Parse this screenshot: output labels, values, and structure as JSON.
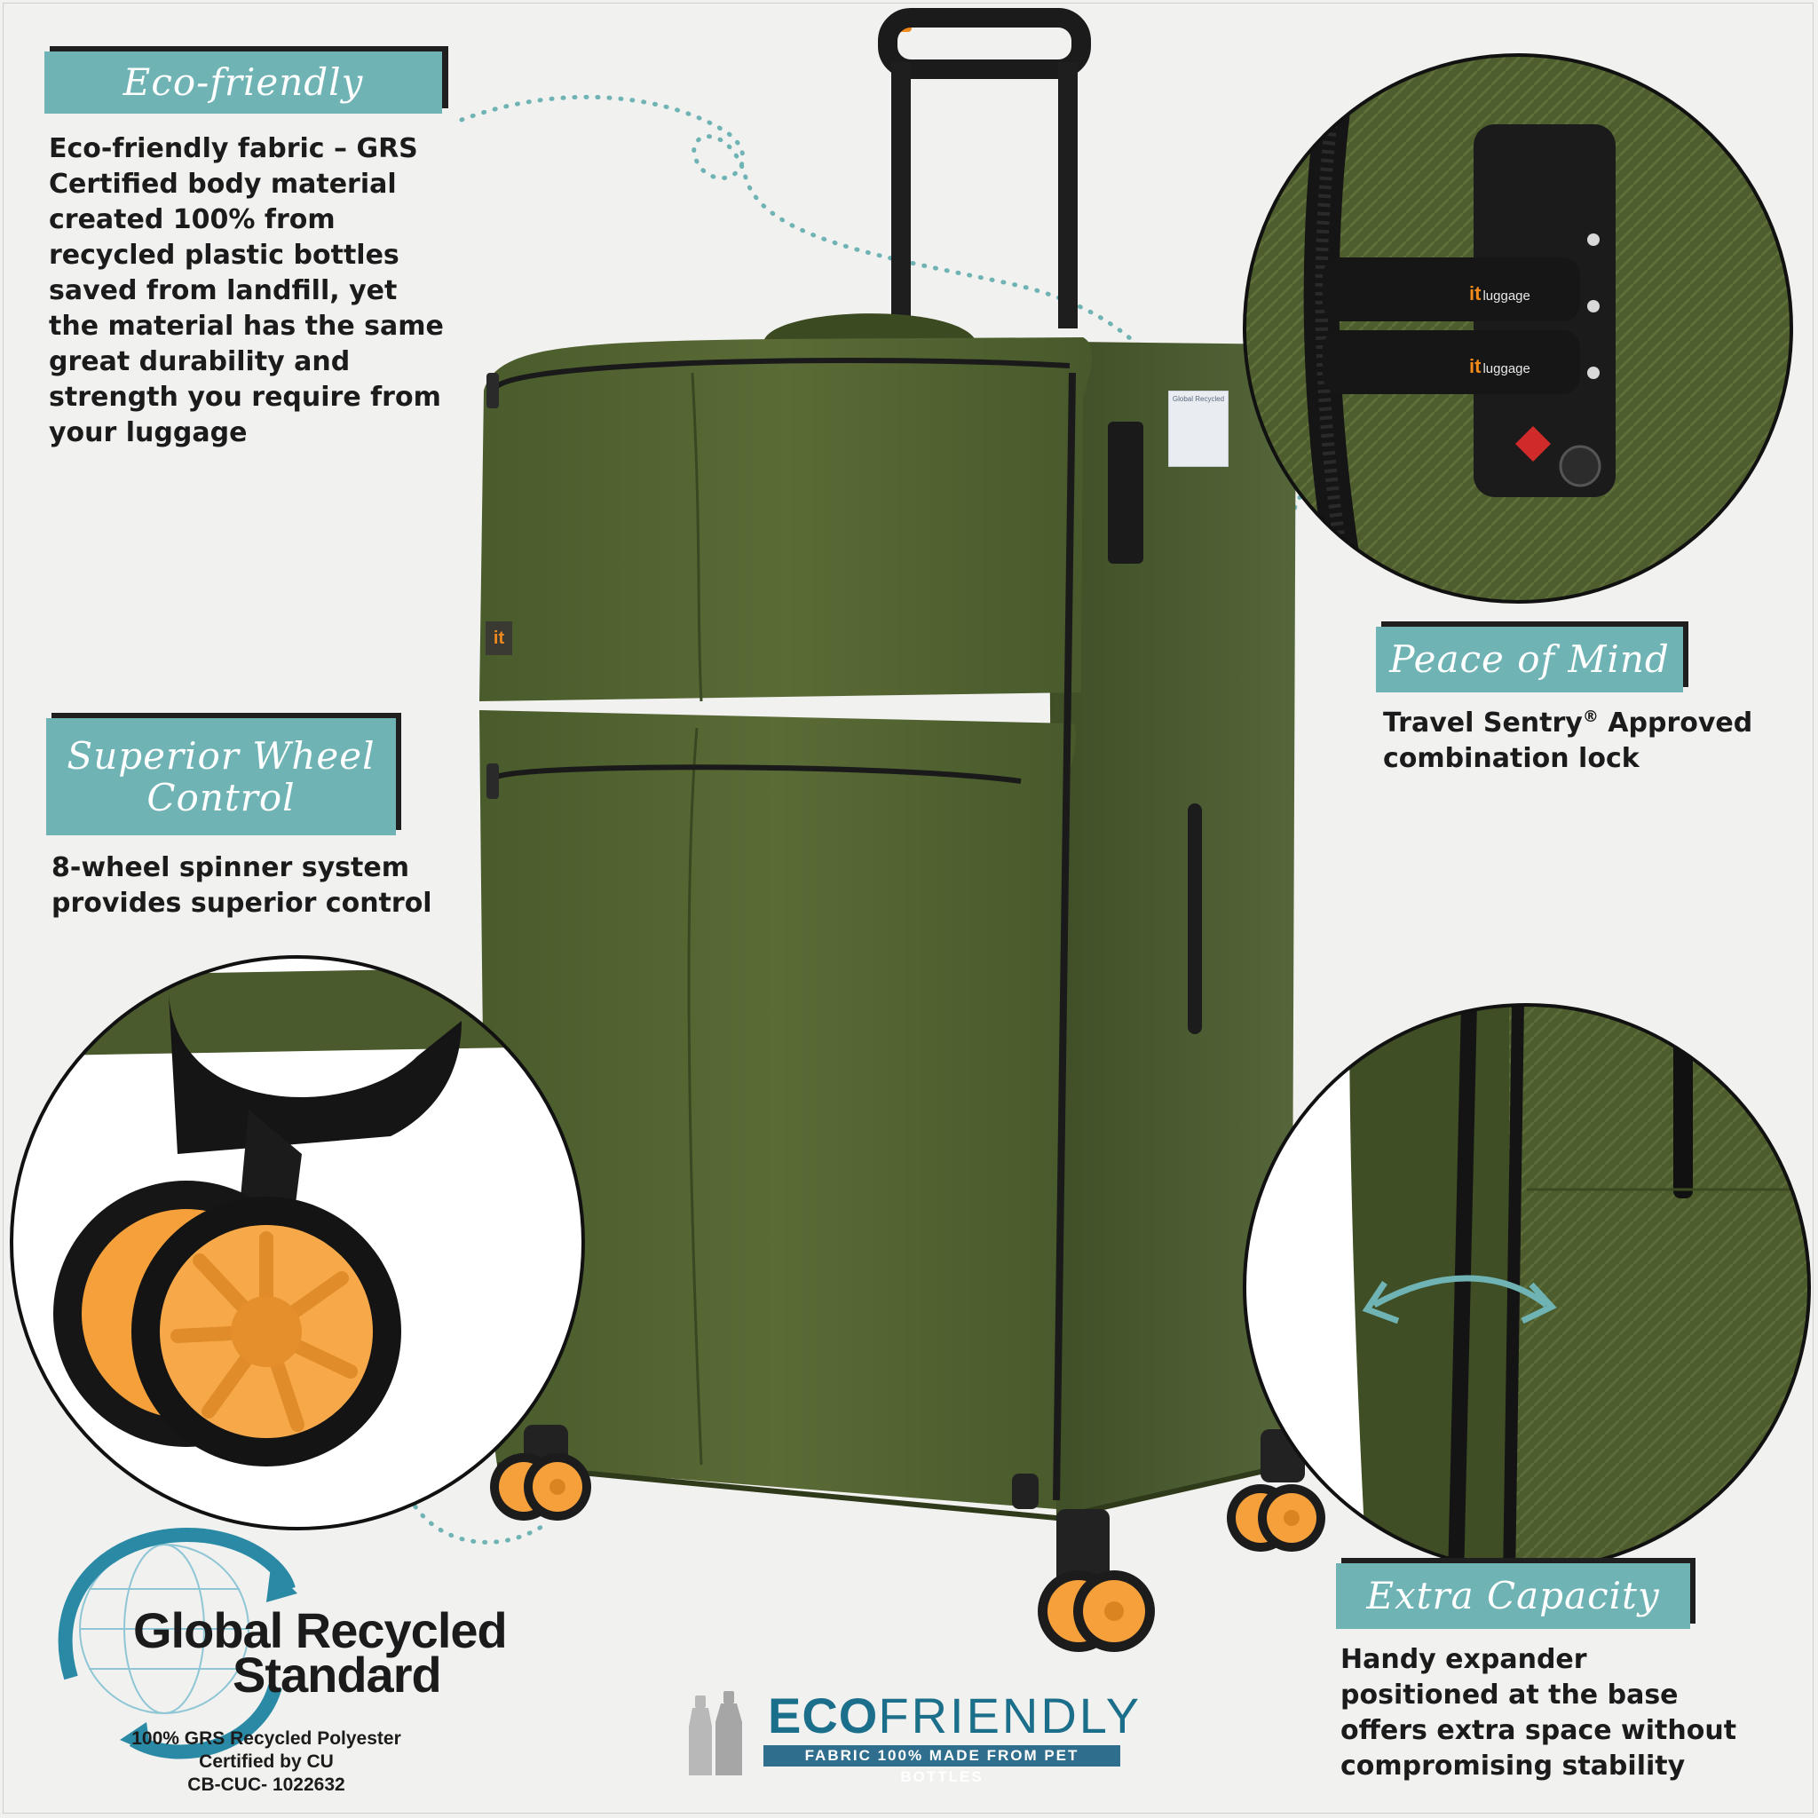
{
  "features": {
    "eco": {
      "title": "Eco-friendly",
      "lines": [
        "Eco-friendly fabric – GRS",
        "Certified body material",
        "created 100% from",
        "recycled plastic bottles",
        "saved from landfill, yet",
        "the material has the same",
        "great durability and",
        "strength you require from",
        "your luggage"
      ]
    },
    "wheel": {
      "title_line1": "Superior Wheel",
      "title_line2": "Control",
      "lines": [
        "8-wheel spinner system",
        "provides superior control"
      ]
    },
    "peace": {
      "title": "Peace of Mind",
      "line1_prefix": "Travel Sentry",
      "line1_mark": "®",
      "line1_suffix": " Approved",
      "line2": "combination lock"
    },
    "capacity": {
      "title": "Extra Capacity",
      "lines": [
        "Handy expander",
        "positioned at the base",
        "offers extra space without",
        "compromising stability"
      ]
    }
  },
  "grs_badge": {
    "title_line1": "Global Recycled",
    "title_line2": "Standard",
    "details": [
      "100% GRS Recycled Polyester",
      "Certified by CU",
      "CB-CUC- 1022632"
    ]
  },
  "eco_logo": {
    "word_bold": "ECO",
    "word_light": "FRIENDLY",
    "strip": "FABRIC 100% MADE FROM PET BOTTLES"
  },
  "product": {
    "front_tag": "it",
    "lock_brand": "it",
    "lock_brand_suffix": "luggage"
  },
  "colors": {
    "banner_teal": "#6fb3b4",
    "suitcase_green": "#4a5a2c",
    "wheel_orange": "#f5a03a",
    "dotted_path": "#6fb3b4"
  }
}
